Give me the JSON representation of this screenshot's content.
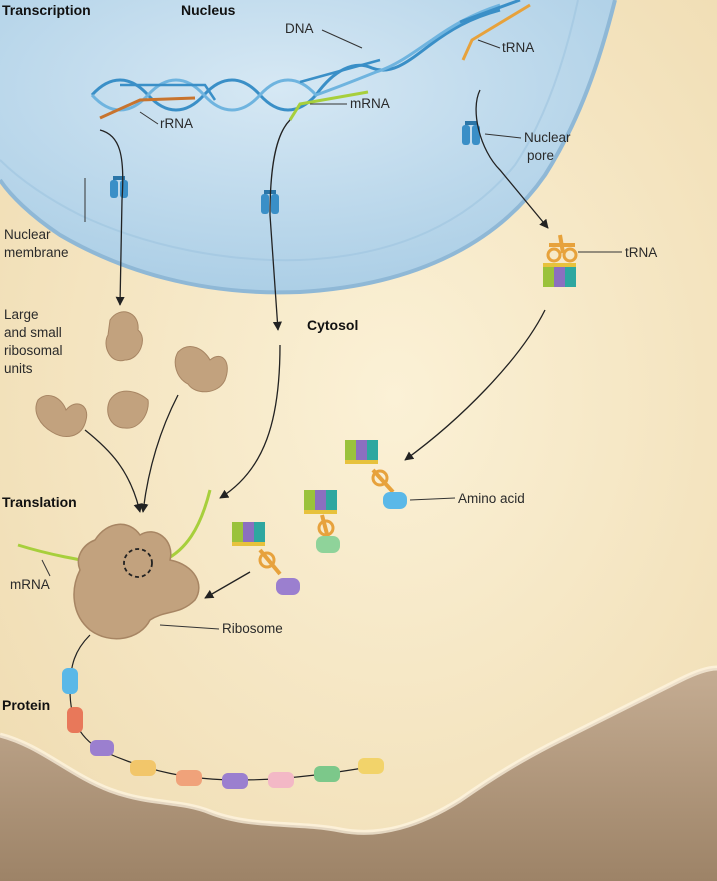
{
  "headers": {
    "transcription": "Transcription",
    "nucleus": "Nucleus",
    "cytosol": "Cytosol",
    "translation": "Translation",
    "protein": "Protein"
  },
  "labels": {
    "dna": "DNA",
    "trna_top": "tRNA",
    "rrna": "rRNA",
    "mrna_top": "mRNA",
    "nuclear_pore_1": "Nuclear",
    "nuclear_pore_2": "pore",
    "nuclear_membrane_1": "Nuclear",
    "nuclear_membrane_2": "membrane",
    "trna_mid": "tRNA",
    "ribo_units_1": "Large",
    "ribo_units_2": "and small",
    "ribo_units_3": "ribosomal",
    "ribo_units_4": "units",
    "amino_acid": "Amino acid",
    "mrna_left": "mRNA",
    "ribosome": "Ribosome"
  },
  "colors": {
    "cytosol": "#f3e3bd",
    "nucleus": "#b9d8ec",
    "dna_strand_1": "#3a8fc7",
    "dna_strand_2": "#6fb4df",
    "rrna": "#c8742e",
    "mrna": "#a7cf3c",
    "trna": "#e7a23c",
    "ribosome": "#c2a27e",
    "membrane_dark": "#b39a80"
  }
}
